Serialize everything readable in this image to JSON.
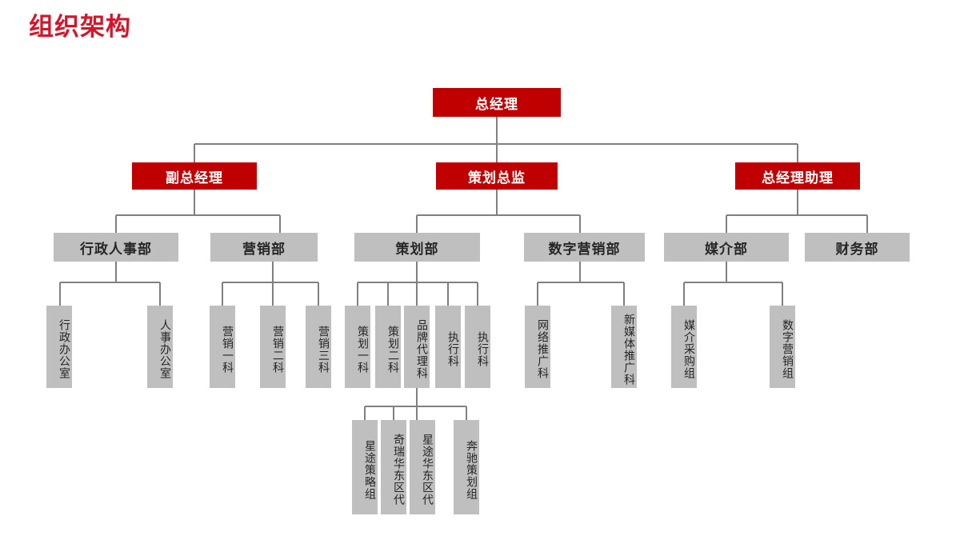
{
  "title": "组织架构",
  "theme": {
    "accent_red": "#c00000",
    "title_red": "#d2172a",
    "box_gray": "#bfbfbf",
    "line_gray": "#808080",
    "text_dark": "#262626",
    "text_light": "#ffffff",
    "background": "#ffffff"
  },
  "chart_data": {
    "type": "orgchart",
    "title": "组织架构",
    "levels": 5,
    "root": "总经理"
  },
  "nodes": {
    "n0": {
      "label": "总经理",
      "level": 1,
      "style": "red"
    },
    "n1": {
      "label": "副总经理",
      "level": 2,
      "style": "red"
    },
    "n2": {
      "label": "策划总监",
      "level": 2,
      "style": "red"
    },
    "n3": {
      "label": "总经理助理",
      "level": 2,
      "style": "red"
    },
    "n4": {
      "label": "行政人事部",
      "level": 3,
      "style": "gray"
    },
    "n5": {
      "label": "营销部",
      "level": 3,
      "style": "gray"
    },
    "n6": {
      "label": "策划部",
      "level": 3,
      "style": "gray"
    },
    "n7": {
      "label": "数字营销部",
      "level": 3,
      "style": "gray"
    },
    "n8": {
      "label": "媒介部",
      "level": 3,
      "style": "gray"
    },
    "n9": {
      "label": "财务部",
      "level": 3,
      "style": "gray"
    },
    "n10": {
      "label": "行政办公室",
      "level": 4,
      "style": "vertical"
    },
    "n11": {
      "label": "人事办公室",
      "level": 4,
      "style": "vertical"
    },
    "n12": {
      "label": "营销一科",
      "level": 4,
      "style": "vertical"
    },
    "n13": {
      "label": "营销二科",
      "level": 4,
      "style": "vertical"
    },
    "n14": {
      "label": "营销三科",
      "level": 4,
      "style": "vertical"
    },
    "n15": {
      "label": "策划一科",
      "level": 4,
      "style": "vertical"
    },
    "n16": {
      "label": "策划二科",
      "level": 4,
      "style": "vertical"
    },
    "n17": {
      "label": "品牌代理科",
      "level": 4,
      "style": "vertical"
    },
    "n18": {
      "label": "执行科",
      "level": 4,
      "style": "vertical"
    },
    "n19": {
      "label": "执行科",
      "level": 4,
      "style": "vertical"
    },
    "n20": {
      "label": "网络推广科",
      "level": 4,
      "style": "vertical"
    },
    "n21": {
      "label": "新媒体推广科",
      "level": 4,
      "style": "vertical"
    },
    "n22": {
      "label": "媒介采购组",
      "level": 4,
      "style": "vertical"
    },
    "n23": {
      "label": "数字营销组",
      "level": 4,
      "style": "vertical"
    },
    "n24": {
      "label": "星途策略组",
      "level": 5,
      "style": "vertical"
    },
    "n25": {
      "label": "奇瑞华东区代",
      "level": 5,
      "style": "vertical"
    },
    "n26": {
      "label": "星途华东区代",
      "level": 5,
      "style": "vertical"
    },
    "n27": {
      "label": "奔驰策划组",
      "level": 5,
      "style": "vertical"
    }
  },
  "hierarchy": {
    "总经理": [
      "副总经理",
      "策划总监",
      "总经理助理"
    ],
    "副总经理": [
      "行政人事部",
      "营销部"
    ],
    "策划总监": [
      "策划部",
      "数字营销部"
    ],
    "总经理助理": [
      "媒介部",
      "财务部"
    ],
    "行政人事部": [
      "行政办公室",
      "人事办公室"
    ],
    "营销部": [
      "营销一科",
      "营销二科",
      "营销三科"
    ],
    "策划部": [
      "策划一科",
      "策划二科",
      "品牌代理科",
      "执行科",
      "执行科"
    ],
    "数字营销部": [
      "网络推广科",
      "新媒体推广科"
    ],
    "媒介部": [
      "媒介采购组",
      "数字营销组"
    ],
    "品牌代理科": [
      "星途策略组",
      "奇瑞华东区代",
      "星途华东区代",
      "奔驰策划组"
    ]
  }
}
